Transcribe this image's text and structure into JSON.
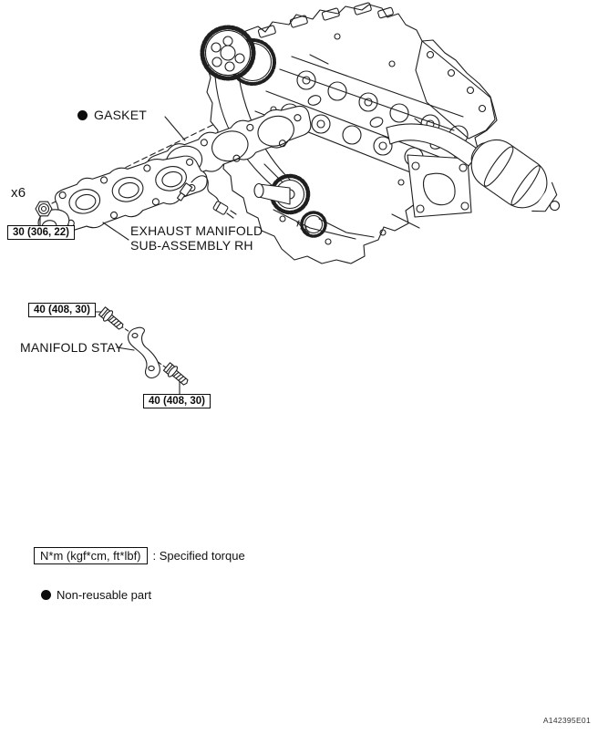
{
  "figure": {
    "id": "A142395E01"
  },
  "callouts": {
    "gasket": "GASKET",
    "nut_count": "x6",
    "nut_torque": "30 (306, 22)",
    "manifold_line1": "EXHAUST MANIFOLD",
    "manifold_line2": "SUB-ASSEMBLY RH",
    "stay": "MANIFOLD STAY",
    "stay_bolt_torque_upper": "40 (408, 30)",
    "stay_bolt_torque_lower": "40 (408, 30)"
  },
  "legend": {
    "torque_unit_box": "N*m (kgf*cm, ft*lbf)",
    "torque_meaning": ": Specified torque",
    "non_reusable_label": "Non-reusable part"
  },
  "colors": {
    "line": "#1f1f1f",
    "background": "#ffffff",
    "text": "#141414"
  }
}
